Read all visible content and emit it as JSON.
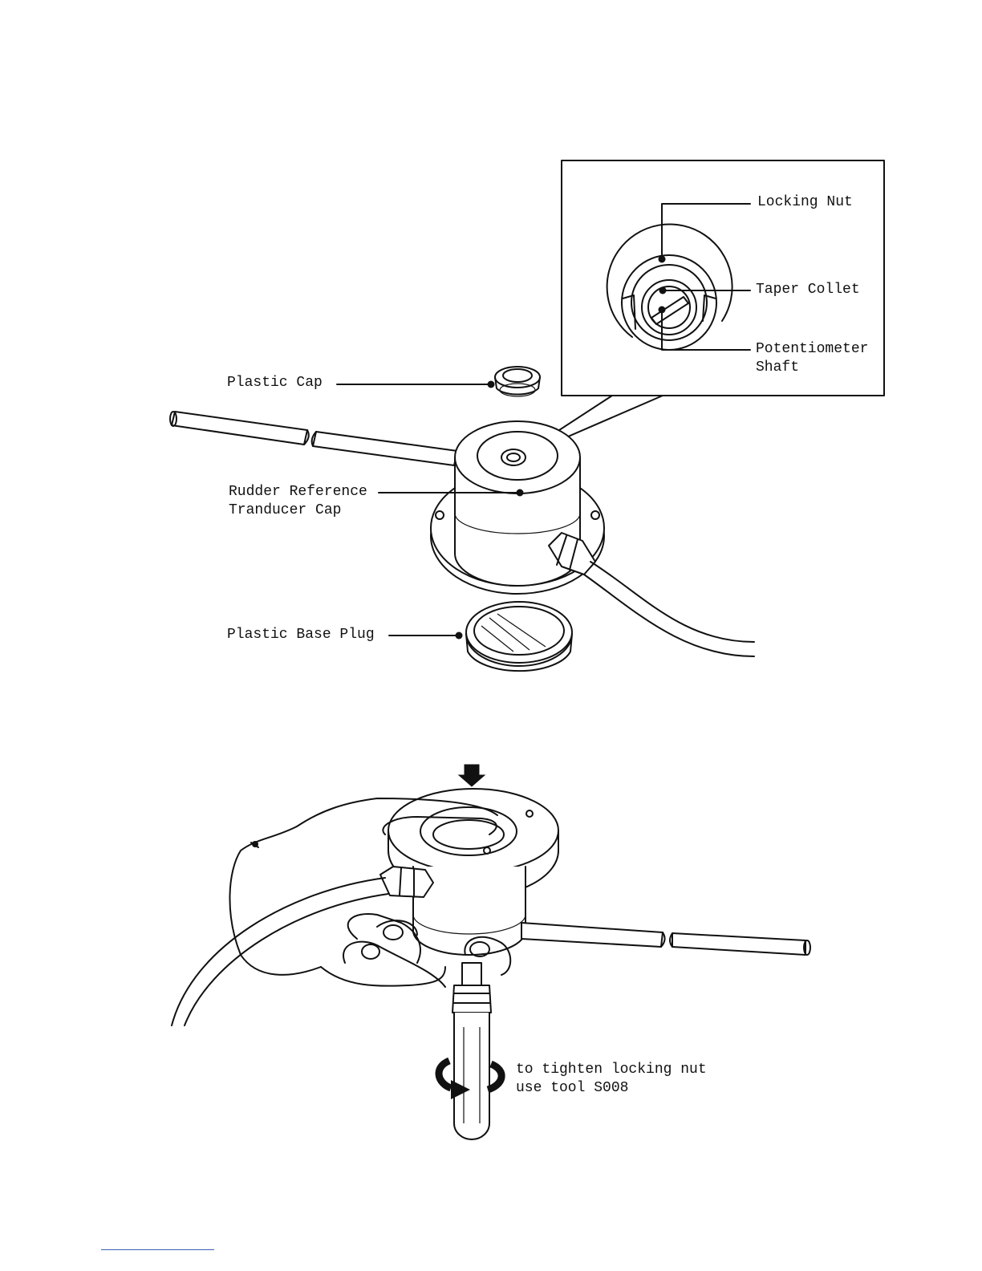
{
  "upper_figure": {
    "inset_labels": {
      "locking_nut": "Locking Nut",
      "taper_collet": "Taper Collet",
      "potentiometer_shaft": "Potentiometer\nShaft"
    },
    "part_labels": {
      "plastic_cap": "Plastic Cap",
      "transducer_cap": "Rudder Reference\nTranducer Cap",
      "base_plug": "Plastic Base Plug"
    }
  },
  "lower_figure": {
    "instruction": "to tighten locking nut\nuse tool S008"
  }
}
